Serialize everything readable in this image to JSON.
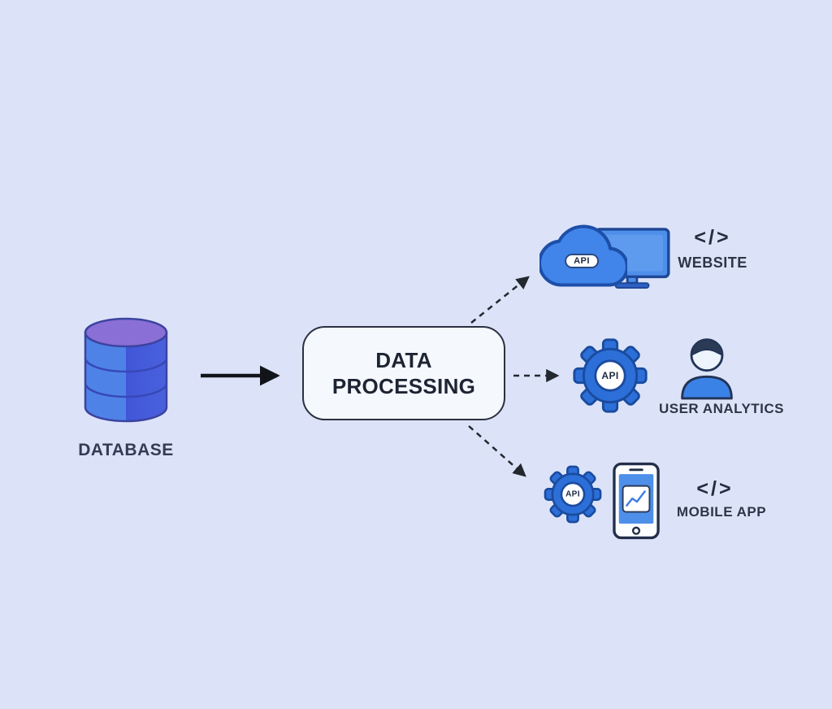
{
  "diagram": {
    "database": {
      "label": "DATABASE"
    },
    "processing": {
      "line1": "DATA",
      "line2": "PROCESSING"
    },
    "website": {
      "code_symbol": "</>",
      "label": "WEBSITE",
      "api_badge": "API"
    },
    "analytics": {
      "label": "USER ANALYTICS",
      "api_badge": "API"
    },
    "mobile": {
      "code_symbol": "</>",
      "label": "MOBILE APP",
      "api_badge": "API"
    }
  },
  "colors": {
    "background": "#dce3f8",
    "primary_blue": "#3b7de4",
    "outline_blue": "#1d4fa8",
    "cylinder_top_purple": "#8a6fd6",
    "cylinder_body_left": "#4f82e6",
    "cylinder_body_right": "#4056d8",
    "box_fill": "#f5f8fc",
    "box_border": "#2b3140",
    "text_dark": "#2d3549",
    "arrow_black": "#111419"
  }
}
